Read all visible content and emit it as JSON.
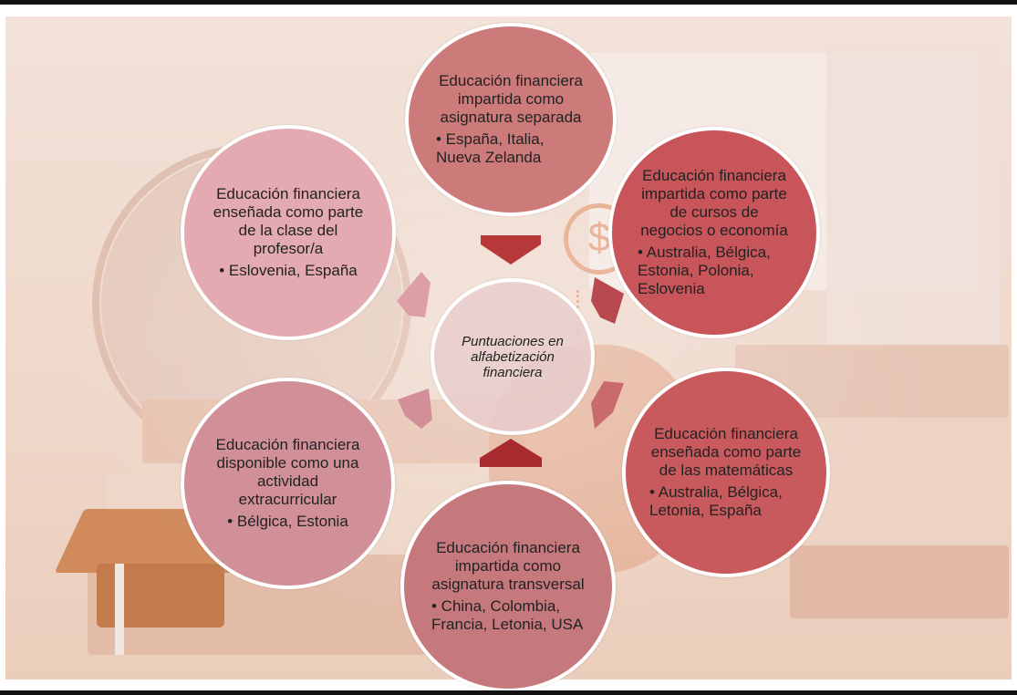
{
  "center": {
    "text": "Puntuaciones en alfabetización financiera"
  },
  "nodes": [
    {
      "id": "top",
      "title": "Educación financiera impartida como asignatura separada",
      "countries": "• España, Italia, Nueva Zelanda"
    },
    {
      "id": "top-right",
      "title": "Educación financiera impartida como parte de cursos de negocios o economía",
      "countries": "• Australia, Bélgica, Estonia, Polonia, Eslovenia"
    },
    {
      "id": "bottom-right",
      "title": "Educación financiera enseñada como parte de las matemáticas",
      "countries": "• Australia, Bélgica, Letonia, España"
    },
    {
      "id": "bottom",
      "title": "Educación financiera impartida como asignatura transversal",
      "countries": "• China, Colombia, Francia, Letonia, USA"
    },
    {
      "id": "bottom-left",
      "title": "Educación financiera disponible como una actividad extracurricular",
      "countries": "• Bélgica, Estonia"
    },
    {
      "id": "top-left",
      "title": "Educación financiera enseñada como parte de la clase del profesor/a",
      "countries": "• Eslovenia, España"
    }
  ],
  "colors": {
    "node_top": "#cd7a7a",
    "node_top_right": "#c8555a",
    "node_bottom_right": "#c85a5d",
    "node_bottom": "#c6797d",
    "node_bottom_left": "#d19098",
    "node_top_left": "#e4aab1",
    "arrow_dark": "#b8393c",
    "arrow_mid": "#c96a6c",
    "arrow_light": "#dd9ea4"
  },
  "background": {
    "icons": [
      "globe-illustration",
      "graduation-cap-illustration",
      "books-illustration",
      "piggy-bank-illustration",
      "dollar-coin-icon"
    ],
    "coin_symbol": "$"
  }
}
